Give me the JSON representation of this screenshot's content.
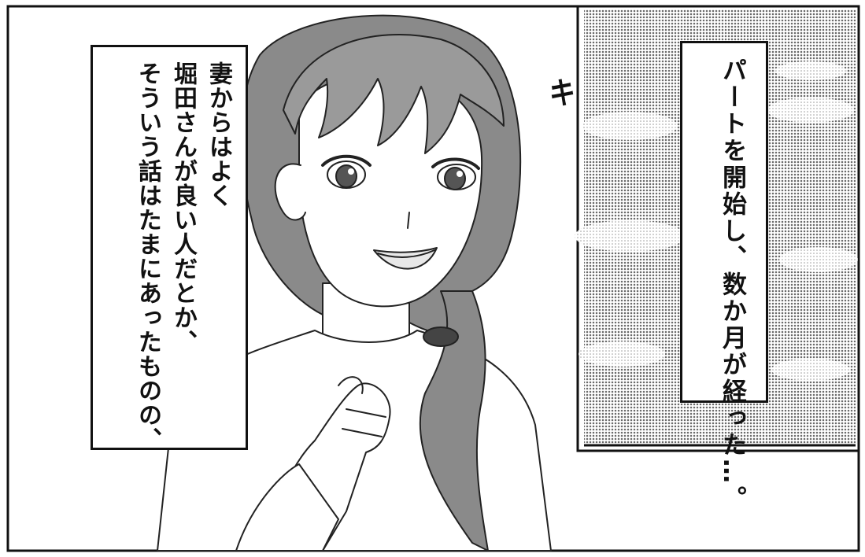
{
  "narration_left": {
    "lines": [
      "妻からはよく",
      "堀田さんが良い人だとか、",
      "そういう話はたまにあったものの、"
    ]
  },
  "narration_right": {
    "text": "パートを開始し、数か月が経った…。"
  },
  "sfx": {
    "text": "キ"
  },
  "colors": {
    "ink": "#111111",
    "paper": "#ffffff",
    "hair": "#7d7d7d",
    "screentone": "#a9a9a9"
  }
}
